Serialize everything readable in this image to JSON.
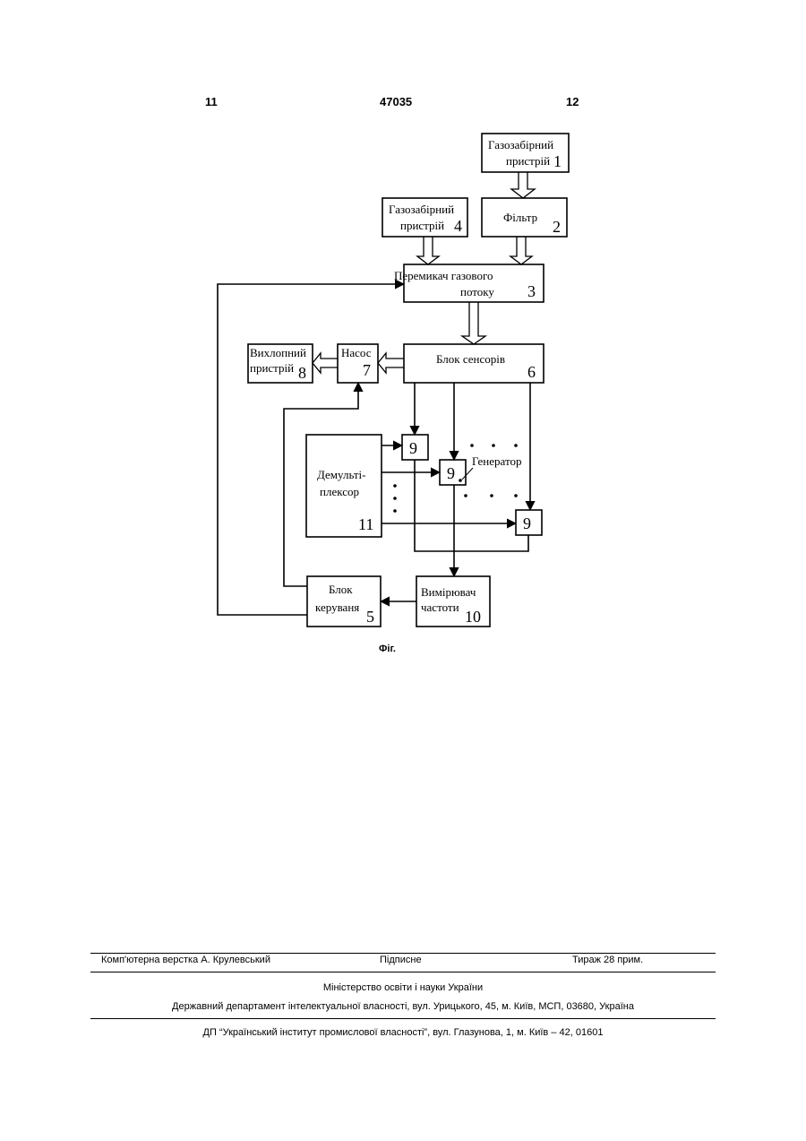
{
  "header": {
    "left_page": "11",
    "patent_no": "47035",
    "right_page": "12"
  },
  "diagram": {
    "blocks": [
      {
        "id": "b1",
        "lines": [
          "Газозабірний",
          "пристрій"
        ],
        "num": "1"
      },
      {
        "id": "b2",
        "lines": [
          "Фільтр"
        ],
        "num": "2"
      },
      {
        "id": "b3",
        "lines": [
          "Перемикач газового",
          "потоку"
        ],
        "num": "3"
      },
      {
        "id": "b4",
        "lines": [
          "Газозабірний",
          "пристрій"
        ],
        "num": "4"
      },
      {
        "id": "b5",
        "lines": [
          "Блок",
          "керуваня"
        ],
        "num": "5"
      },
      {
        "id": "b6",
        "lines": [
          "Блок сенсорів"
        ],
        "num": "6"
      },
      {
        "id": "b7",
        "lines": [
          "Насос"
        ],
        "num": "7"
      },
      {
        "id": "b8",
        "lines": [
          "Вихлопний",
          "пристрій"
        ],
        "num": "8"
      },
      {
        "id": "b9a",
        "lines": [],
        "num": "9"
      },
      {
        "id": "b9b",
        "lines": [],
        "num": "9"
      },
      {
        "id": "b9c",
        "lines": [],
        "num": "9"
      },
      {
        "id": "b10",
        "lines": [
          "Вимірювач",
          "частоти"
        ],
        "num": "10"
      },
      {
        "id": "b11",
        "lines": [
          "Демульті-",
          "плексор"
        ],
        "num": "11"
      }
    ],
    "generator_label": "Генератор",
    "caption": "Фіг."
  },
  "footer": {
    "layout": "Комп'ютерна верстка А. Крулевський",
    "signed": "Підписне",
    "print_run": "Тираж 28 прим.",
    "ministry": "Міністерство освіти і науки України",
    "department": "Державний департамент інтелектуальної власності, вул. Урицького, 45, м. Київ, МСП, 03680, Україна",
    "institute": "ДП “Український інститут промислової власності”, вул. Глазунова, 1, м. Київ – 42, 01601"
  }
}
